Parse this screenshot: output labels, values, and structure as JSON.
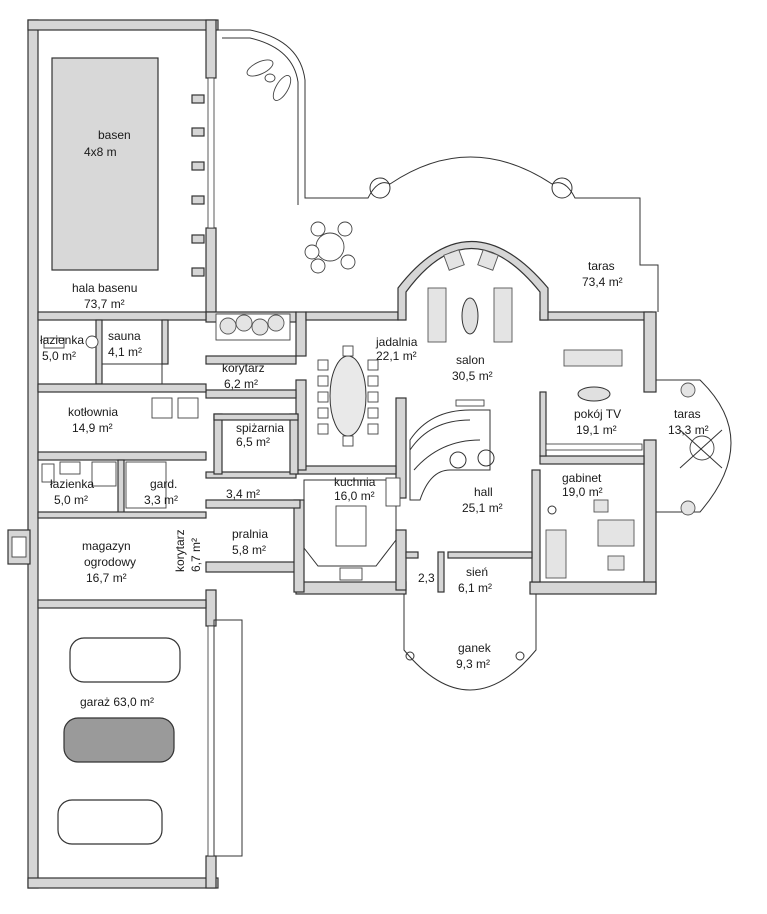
{
  "rooms": {
    "basen": "basen",
    "basen_size": "4x8 m",
    "hala_basenu": "hala basenu",
    "hala_basenu_area": "73,7 m²",
    "lazienka1": "łazienka",
    "lazienka1_area": "5,0 m²",
    "sauna": "sauna",
    "sauna_area": "4,1 m²",
    "kotlownia": "kotłownia",
    "kotlownia_area": "14,9 m²",
    "lazienka2": "łazienka",
    "lazienka2_area": "5,0 m²",
    "gard": "gard.",
    "gard_area": "3,3 m²",
    "magazyn": "magazyn",
    "ogrodowy": "ogrodowy",
    "magazyn_area": "16,7 m²",
    "korytarz_v": "korytarz",
    "korytarz_v_area": "6,7 m²",
    "garaz": "garaż 63,0 m²",
    "korytarz": "korytarz",
    "korytarz_area": "6,2 m²",
    "spizarnia": "spiżarnia",
    "spizarnia_area": "6,5 m²",
    "hall_small_area": "3,4 m²",
    "pralnia": "pralnia",
    "pralnia_area": "5,8 m²",
    "kuchnia": "kuchnia",
    "kuchnia_area": "16,0 m²",
    "jadalnia": "jadalnia",
    "jadalnia_area": "22,1 m²",
    "salon": "salon",
    "salon_area": "30,5 m²",
    "hall": "hall",
    "hall_area": "25,1 m²",
    "wc_area": "2,3",
    "sien": "sień",
    "sien_area": "6,1 m²",
    "ganek": "ganek",
    "ganek_area": "9,3 m²",
    "taras1": "taras",
    "taras1_area": "73,4 m²",
    "pokoj_tv": "pokój TV",
    "pokoj_tv_area": "19,1 m²",
    "taras2": "taras",
    "taras2_area": "13,3 m²",
    "gabinet": "gabinet",
    "gabinet_area": "19,0 m²"
  },
  "colors": {
    "wall": "#d6d6d6",
    "line": "#333333",
    "background": "#ffffff"
  }
}
